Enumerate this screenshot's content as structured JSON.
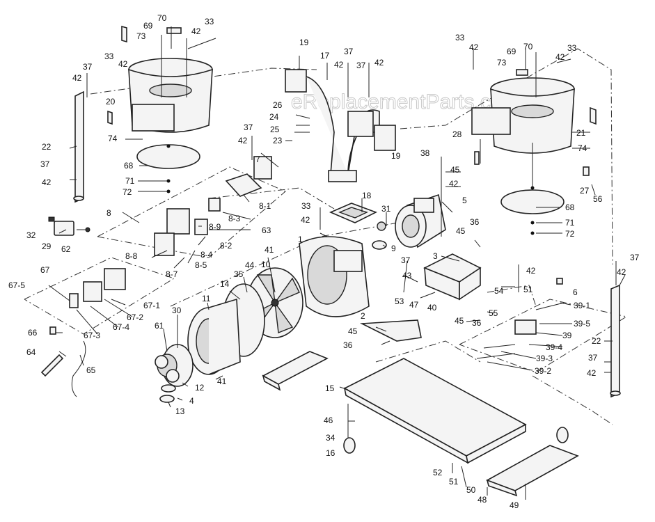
{
  "watermark": "eReplacementParts.com",
  "labels": {
    "l1": "1",
    "l2": "2",
    "l3": "3",
    "l4": "4",
    "l5": "5",
    "l6": "6",
    "l7": "7",
    "l8": "8",
    "l8_1": "8-1",
    "l8_2": "8-2",
    "l8_3": "8-3",
    "l8_4": "8-4",
    "l8_5": "8-5",
    "l8_7": "8-7",
    "l8_8": "8-8",
    "l8_9": "8-9",
    "l9": "9",
    "l10": "10",
    "l11": "11",
    "l12": "12",
    "l13": "13",
    "l14": "14",
    "l15": "15",
    "l16": "16",
    "l17": "17",
    "l18": "18",
    "l19a": "19",
    "l19b": "19",
    "l20": "20",
    "l21": "21",
    "l22a": "22",
    "l22b": "22",
    "l23": "23",
    "l24": "24",
    "l25": "25",
    "l26": "26",
    "l27": "27",
    "l28": "28",
    "l29": "29",
    "l30": "30",
    "l31": "31",
    "l32": "32",
    "l33a": "33",
    "l33b": "33",
    "l33c": "33",
    "l33d": "33",
    "l33e": "33",
    "l34": "34",
    "l35": "35",
    "l36a": "36",
    "l36b": "36",
    "l36c": "36",
    "l37a": "37",
    "l37b": "37",
    "l37c": "37",
    "l37d": "37",
    "l37e": "37",
    "l37f": "37",
    "l37g": "37",
    "l37h": "37",
    "l38": "38",
    "l39": "39",
    "l39_1": "39-1",
    "l39_2": "39-2",
    "l39_3": "39-3",
    "l39_4": "39-4",
    "l39_5": "39-5",
    "l40": "40",
    "l41a": "41",
    "l41b": "41",
    "l42a": "42",
    "l42b": "42",
    "l42c": "42",
    "l42d": "42",
    "l42e": "42",
    "l42f": "42",
    "l42g": "42",
    "l42h": "42",
    "l42i": "42",
    "l42j": "42",
    "l42k": "42",
    "l42l": "42",
    "l42m": "42",
    "l42n": "42",
    "l43": "43",
    "l44": "44",
    "l45a": "45",
    "l45b": "45",
    "l45c": "45",
    "l45d": "45",
    "l46": "46",
    "l47": "47",
    "l48": "48",
    "l49": "49",
    "l50": "50",
    "l51a": "51",
    "l51b": "51",
    "l52": "52",
    "l53": "53",
    "l54": "54",
    "l55": "55",
    "l56": "56",
    "l61": "61",
    "l62": "62",
    "l63": "63",
    "l64": "64",
    "l65": "65",
    "l66": "66",
    "l67": "67",
    "l67_1": "67-1",
    "l67_2": "67-2",
    "l67_3": "67-3",
    "l67_4": "67-4",
    "l67_5": "67-5",
    "l68a": "68",
    "l68b": "68",
    "l69a": "69",
    "l69b": "69",
    "l70a": "70",
    "l70b": "70",
    "l71a": "71",
    "l71b": "71",
    "l72a": "72",
    "l72b": "72",
    "l73a": "73",
    "l73b": "73",
    "l74a": "74",
    "l74b": "74"
  }
}
